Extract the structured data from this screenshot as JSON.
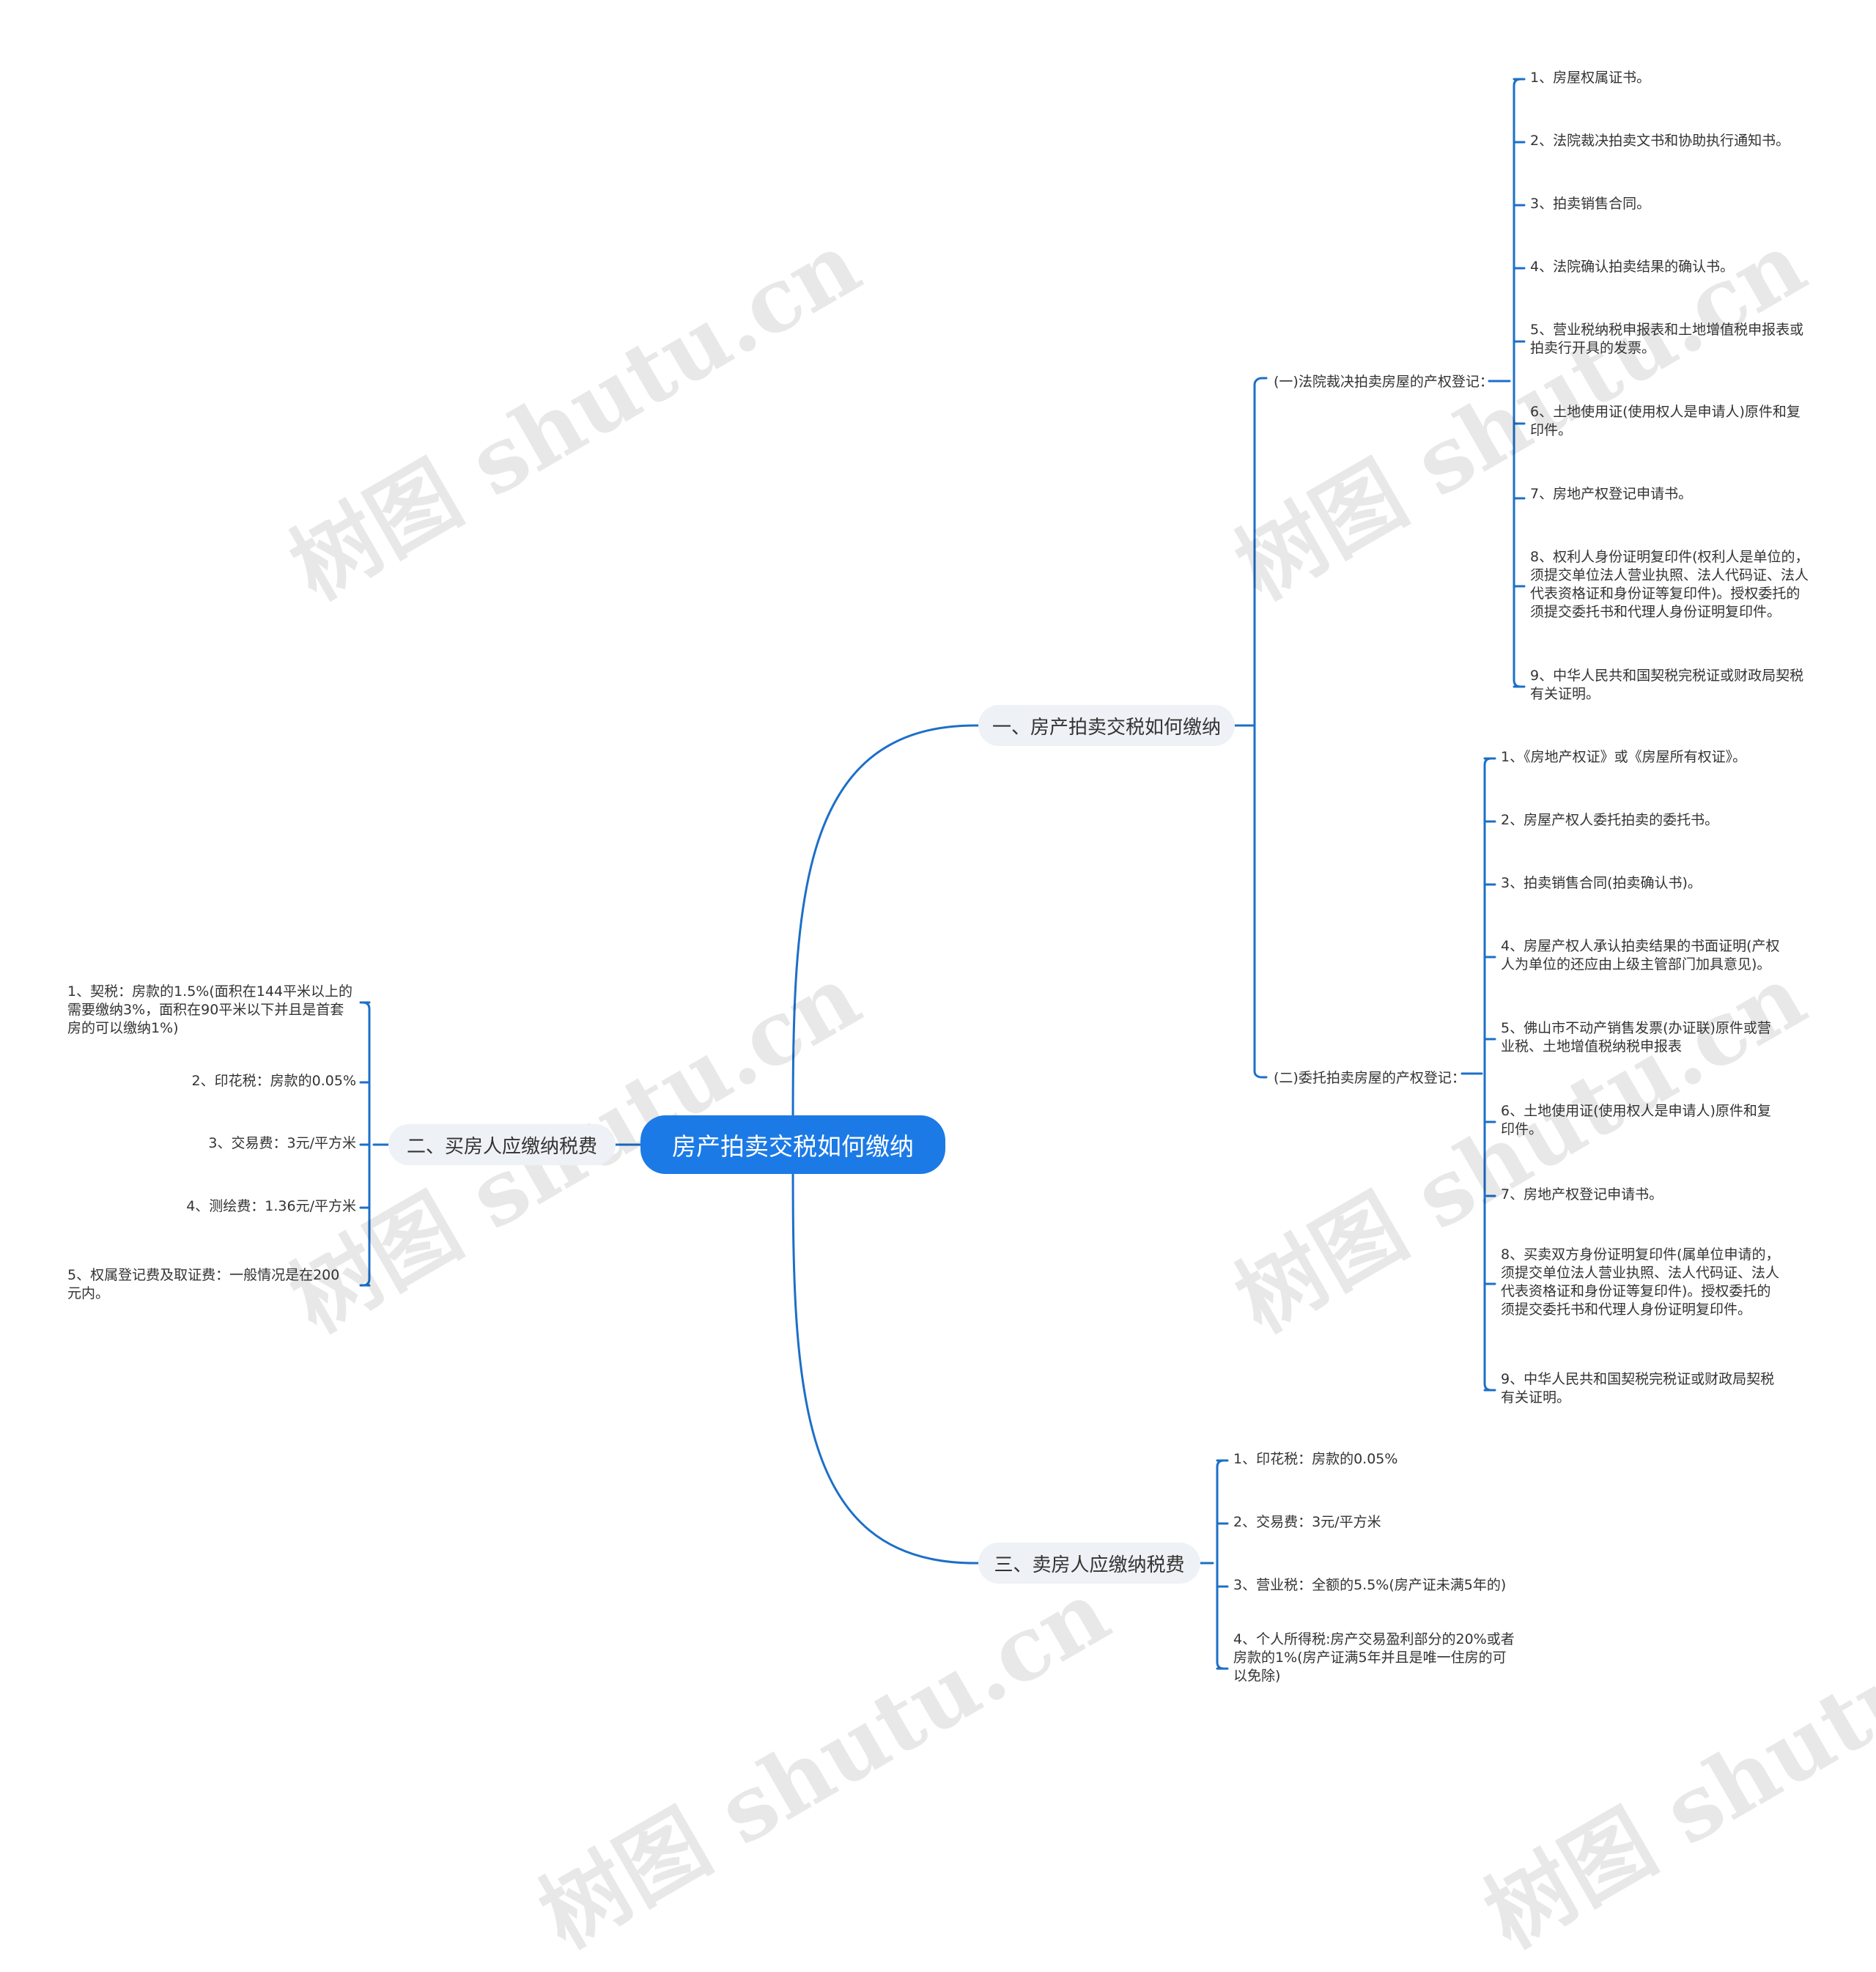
{
  "root": {
    "label": "房产拍卖交税如何缴纳"
  },
  "watermark": "树图 shutu.cn",
  "colors": {
    "accent": "#1c7ae6",
    "branch_bg": "#eef1f5",
    "line": "#1c6fc8"
  },
  "branches": {
    "b1": {
      "label": "一、房产拍卖交税如何缴纳",
      "subs": {
        "s1": {
          "label": "(一)法院裁决拍卖房屋的产权登记：",
          "leaves": [
            "1、房屋权属证书。",
            "2、法院裁决拍卖文书和协助执行通知书。",
            "3、拍卖销售合同。",
            "4、法院确认拍卖结果的确认书。",
            "5、营业税纳税申报表和土地增值税申报表或\n拍卖行开具的发票。",
            "6、土地使用证(使用权人是申请人)原件和复\n印件。",
            "7、房地产权登记申请书。",
            "8、权利人身份证明复印件(权利人是单位的，\n须提交单位法人营业执照、法人代码证、法人\n代表资格证和身份证等复印件)。授权委托的\n须提交委托书和代理人身份证明复印件。",
            "9、中华人民共和国契税完税证或财政局契税\n有关证明。"
          ]
        },
        "s2": {
          "label": "(二)委托拍卖房屋的产权登记：",
          "leaves": [
            "1、《房地产权证》或《房屋所有权证》。",
            "2、房屋产权人委托拍卖的委托书。",
            "3、拍卖销售合同(拍卖确认书)。",
            "4、房屋产权人承认拍卖结果的书面证明(产权\n人为单位的还应由上级主管部门加具意见)。",
            "5、佛山市不动产销售发票(办证联)原件或营\n业税、土地增值税纳税申报表",
            "6、土地使用证(使用权人是申请人)原件和复\n印件。",
            "7、房地产权登记申请书。",
            "8、买卖双方身份证明复印件(属单位申请的，\n须提交单位法人营业执照、法人代码证、法人\n代表资格证和身份证等复印件)。授权委托的\n须提交委托书和代理人身份证明复印件。",
            "9、中华人民共和国契税完税证或财政局契税\n有关证明。"
          ]
        }
      }
    },
    "b2": {
      "label": "二、买房人应缴纳税费",
      "leaves": [
        "1、契税：房款的1.5%(面积在144平米以上的\n需要缴纳3%，面积在90平米以下并且是首套\n房的可以缴纳1%)",
        "2、印花税：房款的0.05%",
        "3、交易费：3元/平方米",
        "4、测绘费：1.36元/平方米",
        "5、权属登记费及取证费：一般情况是在200\n元内。"
      ]
    },
    "b3": {
      "label": "三、卖房人应缴纳税费",
      "leaves": [
        "1、印花税：房款的0.05%",
        "2、交易费：3元/平方米",
        "3、营业税：全额的5.5%(房产证未满5年的)",
        "4、个人所得税:房产交易盈利部分的20%或者\n房款的1%(房产证满5年并且是唯一住房的可\n以免除)"
      ]
    }
  }
}
